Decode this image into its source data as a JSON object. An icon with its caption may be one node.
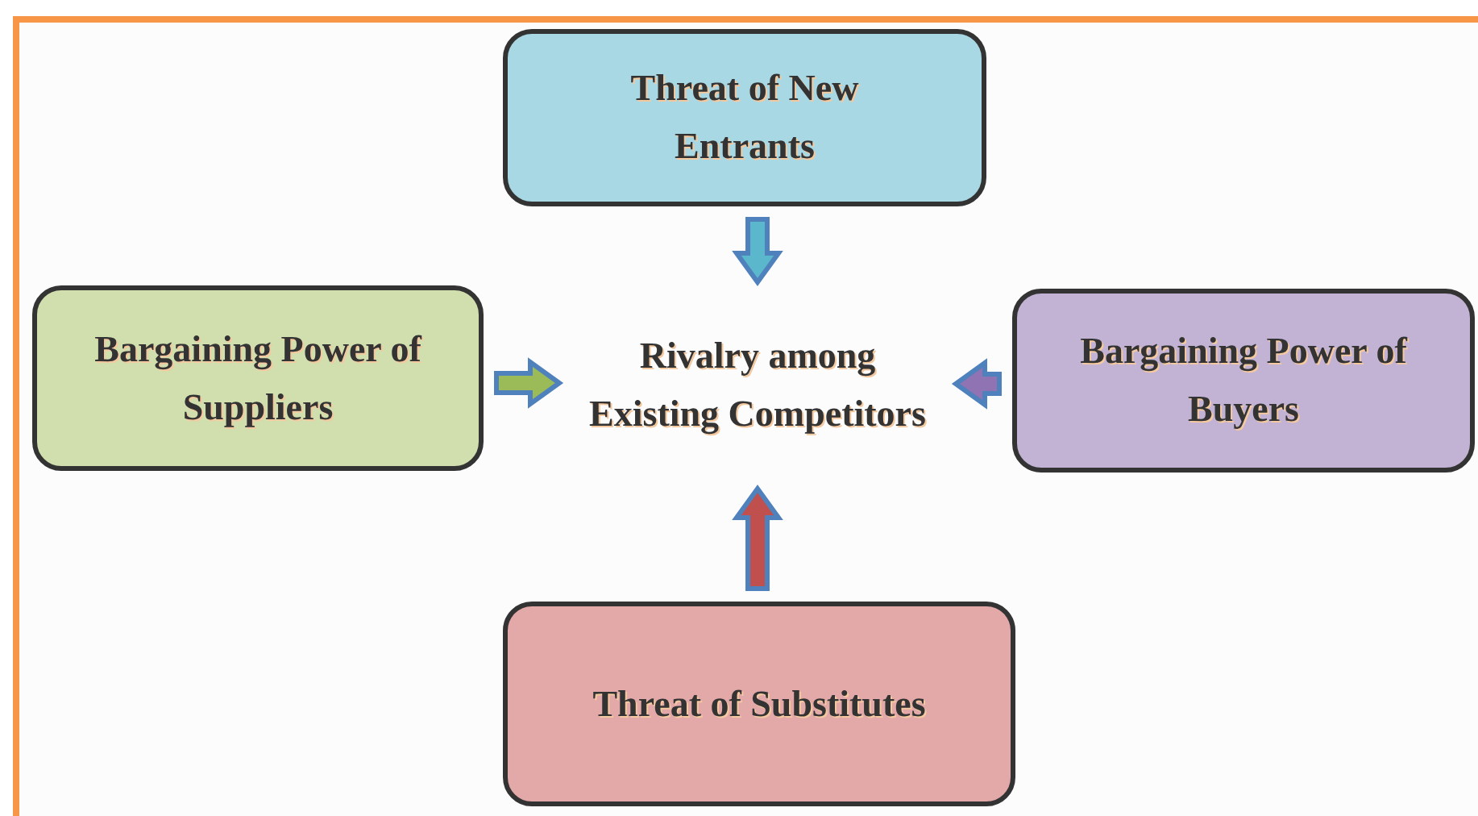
{
  "diagram": {
    "nodes": [
      {
        "text": [
          "Threat of New Entrants"
        ]
      },
      {
        "text": [
          "Bargaining Power of Suppliers"
        ]
      },
      {
        "text": [
          "Rivalry among Existing Competitors"
        ]
      },
      {
        "text": [
          "Bargaining Power of Buyers"
        ]
      },
      {
        "text": [
          "Threat of Substitutes"
        ]
      }
    ],
    "edges": [
      {
        "from": 0,
        "to": 2,
        "arrow": "to",
        "style": "thick",
        "color": "#5bb8cc"
      },
      {
        "from": 1,
        "to": 2,
        "arrow": "to",
        "style": "thick",
        "color": "#9bbb59"
      },
      {
        "from": 3,
        "to": 2,
        "arrow": "to",
        "style": "thick",
        "color": "#8f73b3"
      },
      {
        "from": 4,
        "to": 2,
        "arrow": "to",
        "style": "thick",
        "color": "#c0504d"
      }
    ]
  }
}
